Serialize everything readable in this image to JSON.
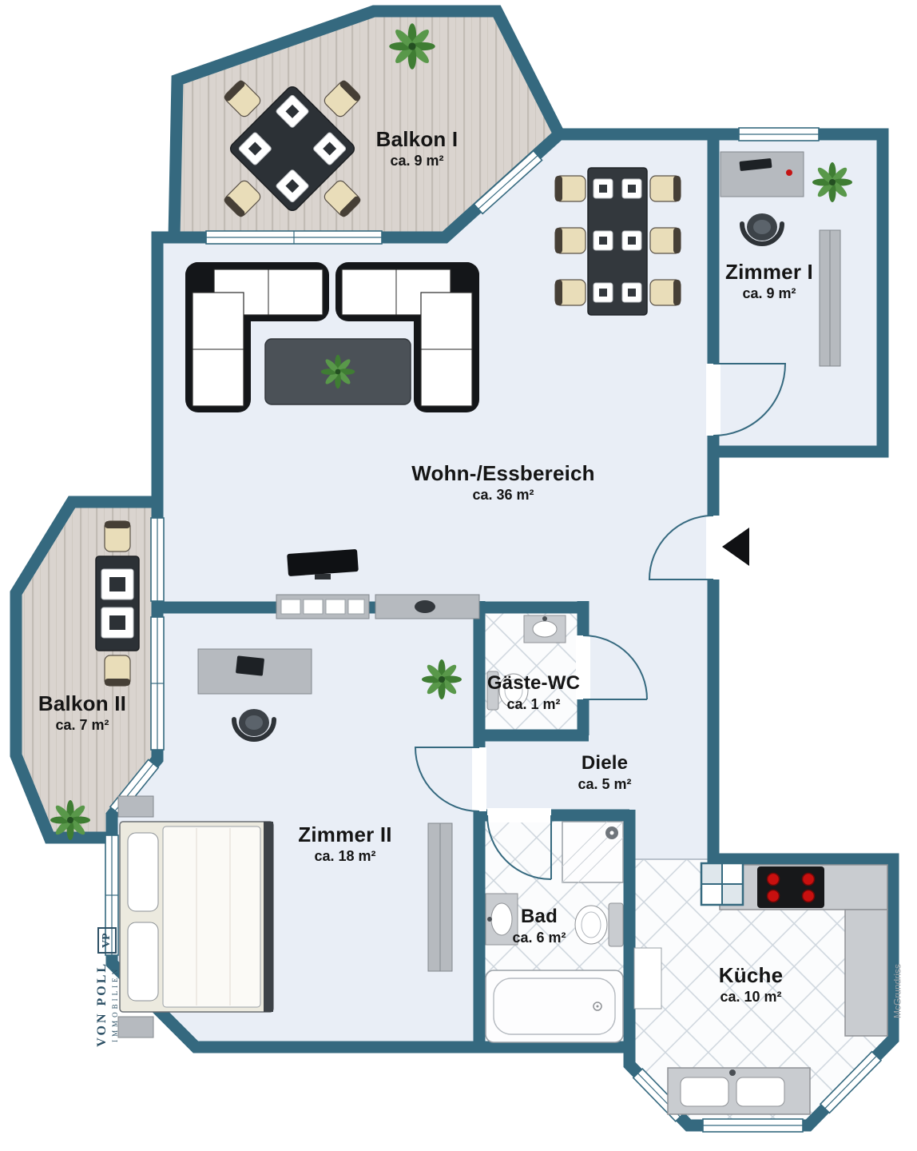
{
  "plan": {
    "colors": {
      "wall": "#35697f",
      "floor": "#e9eef6",
      "balcony_wood": "#dad4cf",
      "tile_line": "#ccd4dc",
      "burner_red": "#c8100f",
      "plant_green": "#3f7d33"
    }
  },
  "rooms": {
    "balkon1": {
      "name": "Balkon I",
      "area": "ca. 9 m²"
    },
    "zimmer1": {
      "name": "Zimmer I",
      "area": "ca. 9 m²"
    },
    "wohnen": {
      "name": "Wohn-/Essbereich",
      "area": "ca. 36 m²"
    },
    "balkon2": {
      "name": "Balkon II",
      "area": "ca. 7 m²"
    },
    "gaestewc": {
      "name": "Gäste-WC",
      "area": "ca. 1 m²"
    },
    "diele": {
      "name": "Diele",
      "area": "ca. 5 m²"
    },
    "zimmer2": {
      "name": "Zimmer II",
      "area": "ca. 18 m²"
    },
    "bad": {
      "name": "Bad",
      "area": "ca. 6 m²"
    },
    "kueche": {
      "name": "Küche",
      "area": "ca. 10 m²"
    }
  },
  "branding": {
    "logo_initials": "VP",
    "logo_name": "VON POLL",
    "logo_sub": "IMMOBILIEN",
    "credit": "McGrundriss"
  },
  "icons": {
    "entrance_arrow": "left-filled-triangle"
  }
}
